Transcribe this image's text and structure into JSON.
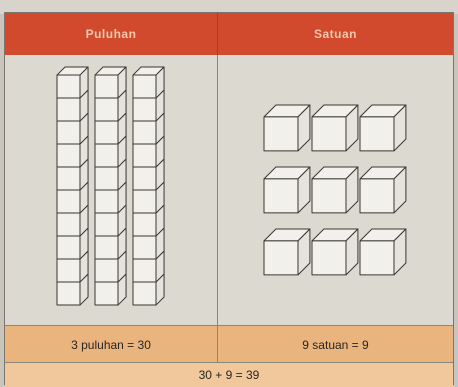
{
  "table": {
    "headers": [
      "Puluhan",
      "Satuan"
    ],
    "tens_label": "3 puluhan = 30",
    "ones_label": "9 satuan = 9",
    "total": "30 + 9 = 39",
    "tens_rods": 3,
    "cubes_per_rod": 10,
    "unit_cubes": 9
  },
  "colors": {
    "header": "#d24a2e",
    "header_text": "#f5c6a9",
    "sum_row": "#eab47e",
    "total_row": "#f0c89c"
  }
}
